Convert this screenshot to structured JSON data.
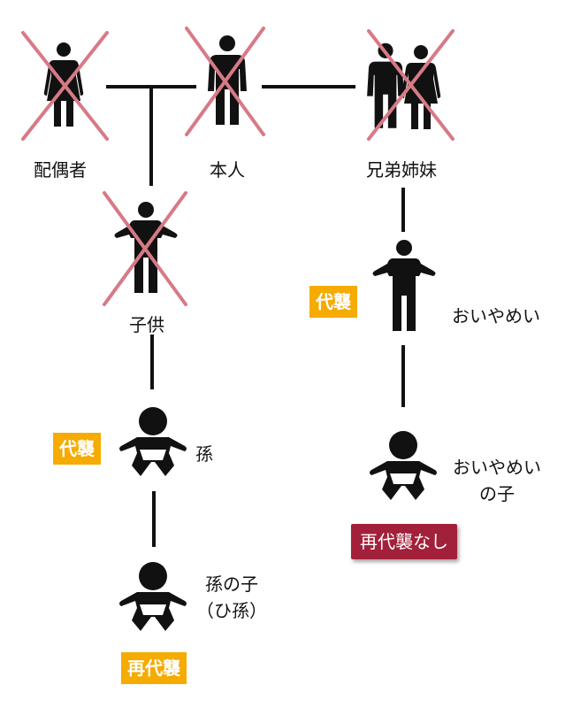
{
  "colors": {
    "ink": "#111111",
    "cross": "#d77a86",
    "badge": "#f5ab00",
    "badge_none": "#a3203a"
  },
  "nodes": {
    "spouse": {
      "label": "配偶者",
      "icon": "woman-icon",
      "crossed": true
    },
    "self": {
      "label": "本人",
      "icon": "man-icon",
      "crossed": true
    },
    "siblings": {
      "label": "兄弟姉妹",
      "icon": "man-woman-icon",
      "crossed": true
    },
    "child": {
      "label": "子供",
      "icon": "person-icon",
      "crossed": true
    },
    "grandchild": {
      "label": "孫",
      "icon": "baby-icon",
      "crossed": false
    },
    "great_grandchild": {
      "label": "孫の子\n（ひ孫）",
      "icon": "baby-icon",
      "crossed": false
    },
    "nephew_niece": {
      "label": "おいやめい",
      "icon": "person-icon",
      "crossed": false
    },
    "nephew_niece_child": {
      "label": "おいやめい\nの子",
      "icon": "baby-icon",
      "crossed": false
    }
  },
  "badges": {
    "grandchild": "代襲",
    "great_grandchild": "再代襲",
    "nephew_niece": "代襲",
    "nephew_niece_child": "再代襲なし"
  }
}
